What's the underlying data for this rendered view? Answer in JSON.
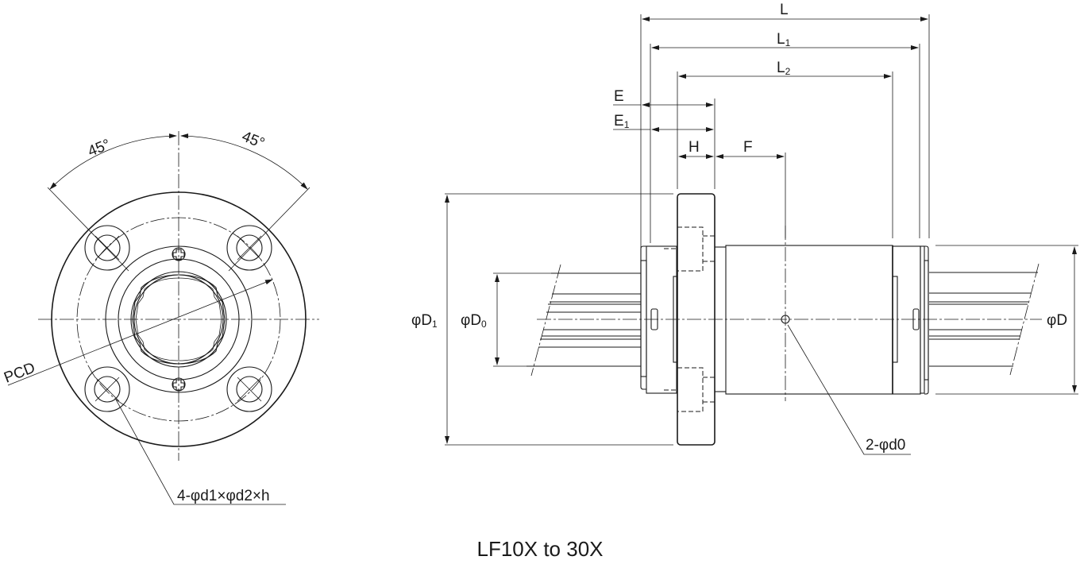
{
  "caption": "LF10X to 30X",
  "front_view": {
    "angle_left": "45°",
    "angle_right": "45°",
    "pcd_label": "PCD",
    "mount_hole_label": "4-φd1×φd2×h",
    "mount_hole_count": 4
  },
  "side_view": {
    "dimensions": {
      "L": "L",
      "L1": "L1",
      "L2": "L2",
      "E": "E",
      "E1": "E1",
      "H": "H",
      "F": "F",
      "phiD1": "φD1",
      "phiD0": "φD0",
      "phiD": "φD"
    },
    "lube_hole_label": "2-φd0"
  },
  "colors": {
    "line": "#1a1a1a",
    "background": "#ffffff"
  }
}
